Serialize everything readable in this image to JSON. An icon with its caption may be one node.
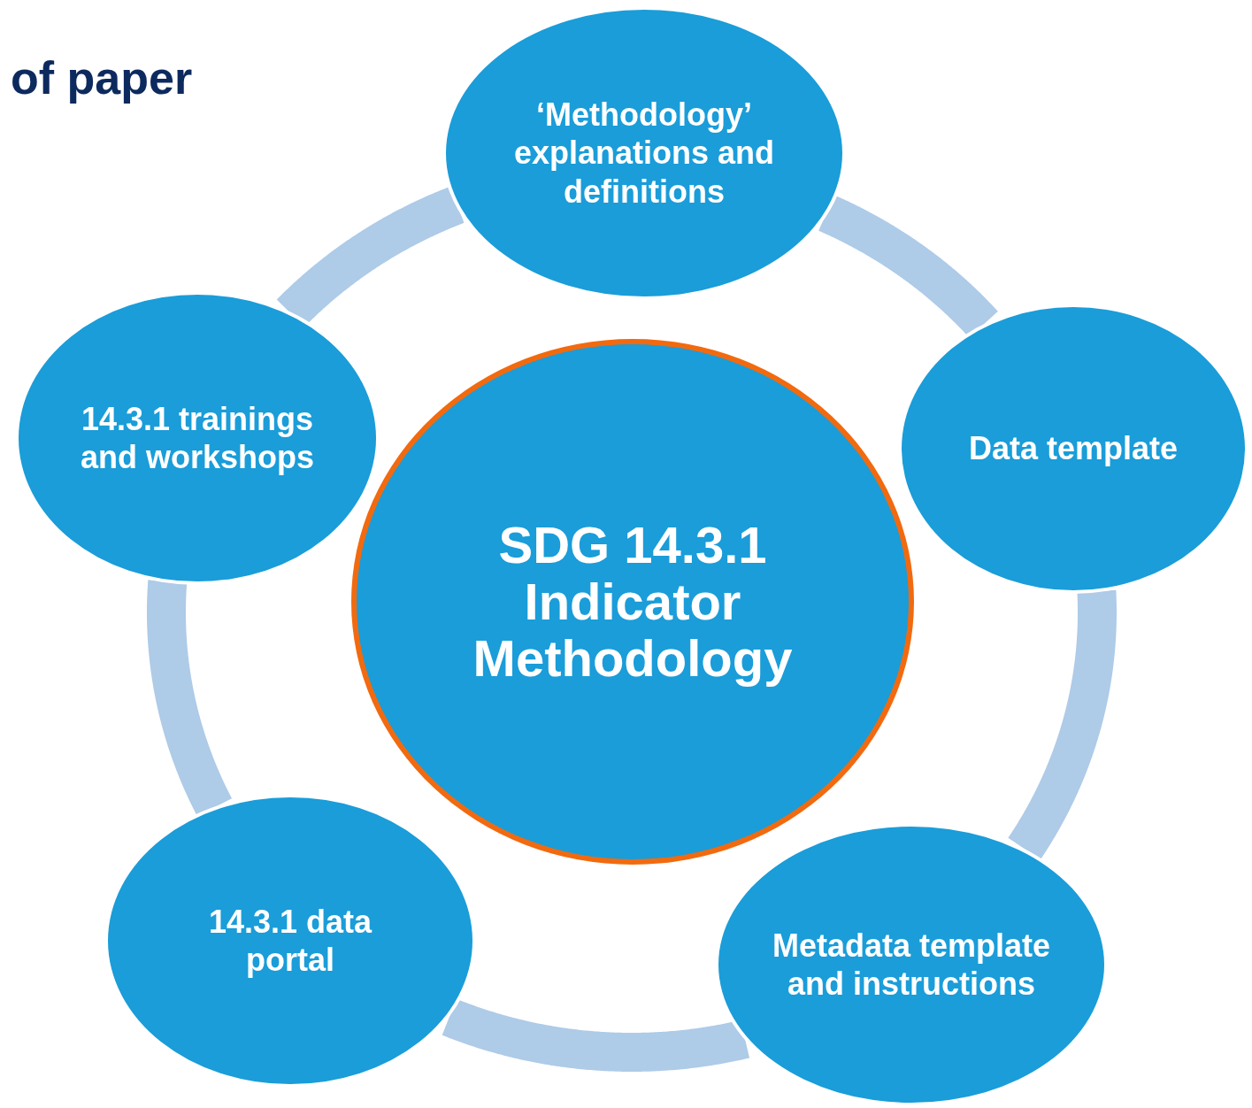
{
  "diagram": {
    "title": "of paper",
    "nodes": [
      {
        "text": [
          "SDG 14.3.1 Indicator Methodology"
        ]
      },
      {
        "text": [
          "‘Methodology’ explanations and definitions"
        ]
      },
      {
        "text": [
          "Data template"
        ]
      },
      {
        "text": [
          "Metadata template and instructions"
        ]
      },
      {
        "text": [
          "14.3.1 data portal"
        ]
      },
      {
        "text": [
          "14.3.1 trainings and workshops"
        ]
      }
    ],
    "edges": [
      {
        "from": 1,
        "to": 2,
        "arrow": "none"
      },
      {
        "from": 2,
        "to": 3,
        "arrow": "none"
      },
      {
        "from": 3,
        "to": 4,
        "arrow": "none"
      },
      {
        "from": 4,
        "to": 5,
        "arrow": "none"
      },
      {
        "from": 5,
        "to": 1,
        "arrow": "none"
      }
    ]
  }
}
